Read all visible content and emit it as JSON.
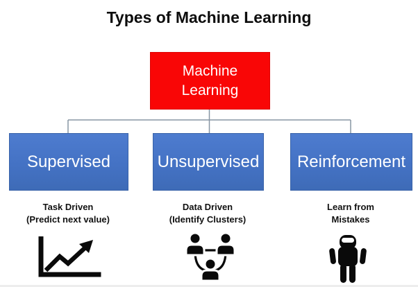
{
  "title": "Types of Machine Learning",
  "root": {
    "label": "Machine Learning"
  },
  "branches": [
    {
      "label": "Supervised",
      "caption_line1": "Task Driven",
      "caption_line2": "(Predict next value)",
      "icon": "trend-chart-icon"
    },
    {
      "label": "Unsupervised",
      "caption_line1": "Data Driven",
      "caption_line2": "(Identify Clusters)",
      "icon": "people-cluster-icon"
    },
    {
      "label": "Reinforcement",
      "caption_line1": "Learn from",
      "caption_line2": "Mistakes",
      "icon": "robot-icon"
    }
  ],
  "colors": {
    "root_fill": "#f90606",
    "branch_fill": "#4472c4",
    "connector": "#8795a3",
    "icon": "#0a0a0a",
    "text_on_node": "#ffffff"
  }
}
